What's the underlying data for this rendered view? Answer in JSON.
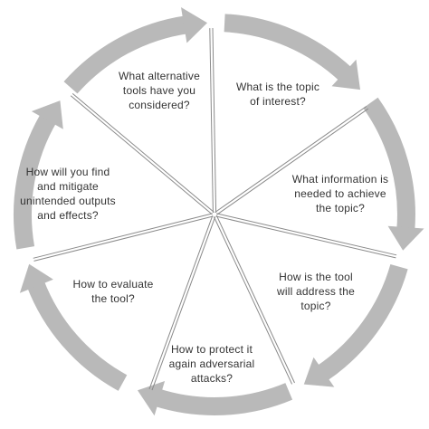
{
  "diagram": {
    "segments": [
      {
        "label": "What is the topic\nof interest?"
      },
      {
        "label": "What information is\nneeded to achieve\nthe topic?"
      },
      {
        "label": "How is the tool\nwill address the\ntopic?"
      },
      {
        "label": "How to protect it\nagain adversarial\nattacks?"
      },
      {
        "label": "How to evaluate\nthe tool?"
      },
      {
        "label": "How will you find\nand mitigate\nunintended outputs\nand effects?"
      },
      {
        "label": "What alternative\ntools have you\nconsidered?"
      }
    ],
    "colors": {
      "arrow": "#b9b9b9",
      "spoke": "#8a8a8a",
      "text": "#333333"
    }
  }
}
